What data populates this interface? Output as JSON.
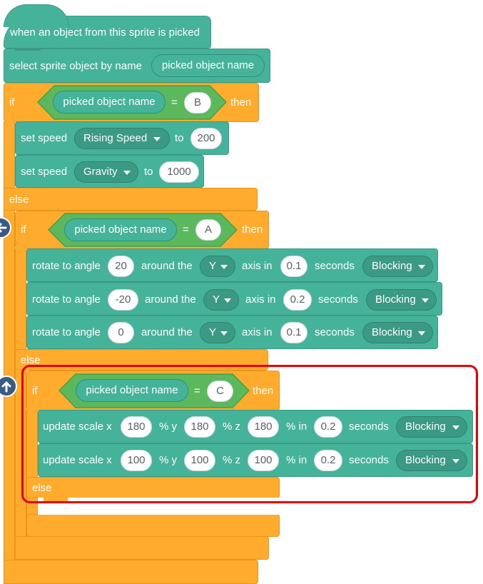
{
  "hat": {
    "label": "when an object from this sprite is picked"
  },
  "select_block": {
    "label": "select sprite object by name",
    "reporter": "picked object name"
  },
  "if1": {
    "if_label": "if",
    "reporter": "picked object name",
    "op": "=",
    "value": "B",
    "then_label": "then",
    "else_label": "else",
    "set_speed_1": {
      "label": "set speed",
      "dropdown": "Rising Speed",
      "to": "to",
      "value": "200"
    },
    "set_speed_2": {
      "label": "set speed",
      "dropdown": "Gravity",
      "to": "to",
      "value": "1000"
    }
  },
  "if2": {
    "if_label": "if",
    "reporter": "picked object name",
    "op": "=",
    "value": "A",
    "then_label": "then",
    "else_label": "else",
    "rotates": [
      {
        "label": "rotate to angle",
        "angle": "20",
        "around": "around the",
        "axis": "Y",
        "axis_in": "axis in",
        "secs": "0.1",
        "seconds": "seconds",
        "mode": "Blocking"
      },
      {
        "label": "rotate to angle",
        "angle": "-20",
        "around": "around the",
        "axis": "Y",
        "axis_in": "axis in",
        "secs": "0.2",
        "seconds": "seconds",
        "mode": "Blocking"
      },
      {
        "label": "rotate to angle",
        "angle": "0",
        "around": "around the",
        "axis": "Y",
        "axis_in": "axis in",
        "secs": "0.1",
        "seconds": "seconds",
        "mode": "Blocking"
      }
    ]
  },
  "if3": {
    "if_label": "if",
    "reporter": "picked object name",
    "op": "=",
    "value": "C",
    "then_label": "then",
    "else_label": "else",
    "scales": [
      {
        "label": "update scale x",
        "x": "180",
        "py": "% y",
        "y": "180",
        "pz": "% z",
        "z": "180",
        "pin": "% in",
        "secs": "0.2",
        "seconds": "seconds",
        "mode": "Blocking"
      },
      {
        "label": "update scale x",
        "x": "100",
        "py": "% y",
        "y": "100",
        "pz": "% z",
        "z": "100",
        "pin": "% in",
        "secs": "0.2",
        "seconds": "seconds",
        "mode": "Blocking"
      }
    ]
  },
  "colors": {
    "teal": "#45b39a",
    "orange": "#ffab2e",
    "green": "#5cb85c",
    "highlight": "#e60000"
  }
}
